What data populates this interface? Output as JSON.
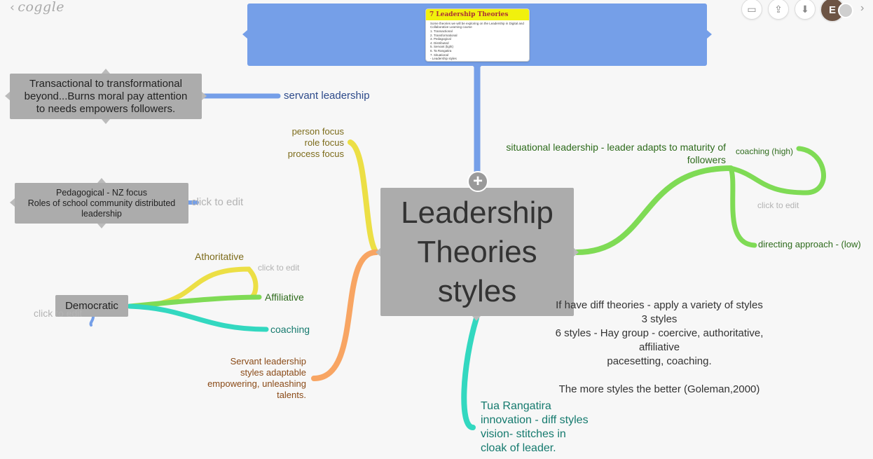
{
  "app": {
    "logo": "coggle",
    "toolbar": {
      "present_icon": "presentation-icon",
      "share_icon": "upload-icon",
      "download_icon": "download-icon"
    },
    "user_initial": "E"
  },
  "image_node": {
    "thumb_title": "7 Leadership Theories",
    "thumb_intro": "Some theories we will be exploring on the Leadership in Digital and Collaborative Learning course",
    "thumb_items": [
      "1.  Transactional",
      "2.  Transformational",
      "3.  Pedagogical",
      "4.  Distributed",
      "5.  Servant (light)",
      "6.  Ta Rangatira",
      "7.  Situational",
      "-   Leadership styles"
    ]
  },
  "central": {
    "line1": "Leadership",
    "line2": "Theories",
    "line3": "styles"
  },
  "nodes": {
    "transactional": {
      "line1": "Transactional to transformational",
      "line2": "beyond...Burns moral pay attention",
      "line3": "to needs empowers followers."
    },
    "servant_leadership": "servant leadership",
    "pedagogical": {
      "line1": "Pedagogical - NZ focus",
      "line2": "Roles of school community distributed",
      "line3": "leadership"
    },
    "click_to_edit": "click to edit",
    "democratic": "Democratic",
    "athoritative": "Athoritative",
    "affiliative": "Affiliative",
    "coaching": "coaching",
    "focus": {
      "line1": "person focus",
      "line2": "role focus",
      "line3": "process focus"
    },
    "servant_styles": {
      "line1": "Servant leadership",
      "line2": "styles adaptable",
      "line3": "empowering, unleashing",
      "line4": "talents."
    },
    "situational": {
      "line1": "situational leadership - leader adapts to maturity of",
      "line2": "followers"
    },
    "coaching_high": "coaching (high)",
    "directing": "directing approach - (low)",
    "tua": {
      "line1": "Tua Rangatira",
      "line2": "innovation - diff styles",
      "line3": "vision- stitches in",
      "line4": "cloak of leader."
    },
    "theories_note": {
      "line1": "If have diff theories - apply a variety of styles",
      "line2": "3 styles",
      "line3": "6 styles - Hay group - coercive, authoritative,",
      "line4": "affiliative",
      "line5": "pacesetting, coaching.",
      "line6": "The more styles the better (Goleman,2000)"
    }
  },
  "colors": {
    "blue": "#759fe8",
    "grey_node": "#acacac",
    "yellow": "#ecdf45",
    "green": "#7fdb55",
    "teal": "#33d8c0",
    "orange": "#f8a563",
    "text_blue": "#2d4a8a",
    "text_olive": "#7c6b1a",
    "text_green": "#2e6b1c",
    "text_teal": "#157a6e",
    "text_brown": "#8a4a17"
  }
}
